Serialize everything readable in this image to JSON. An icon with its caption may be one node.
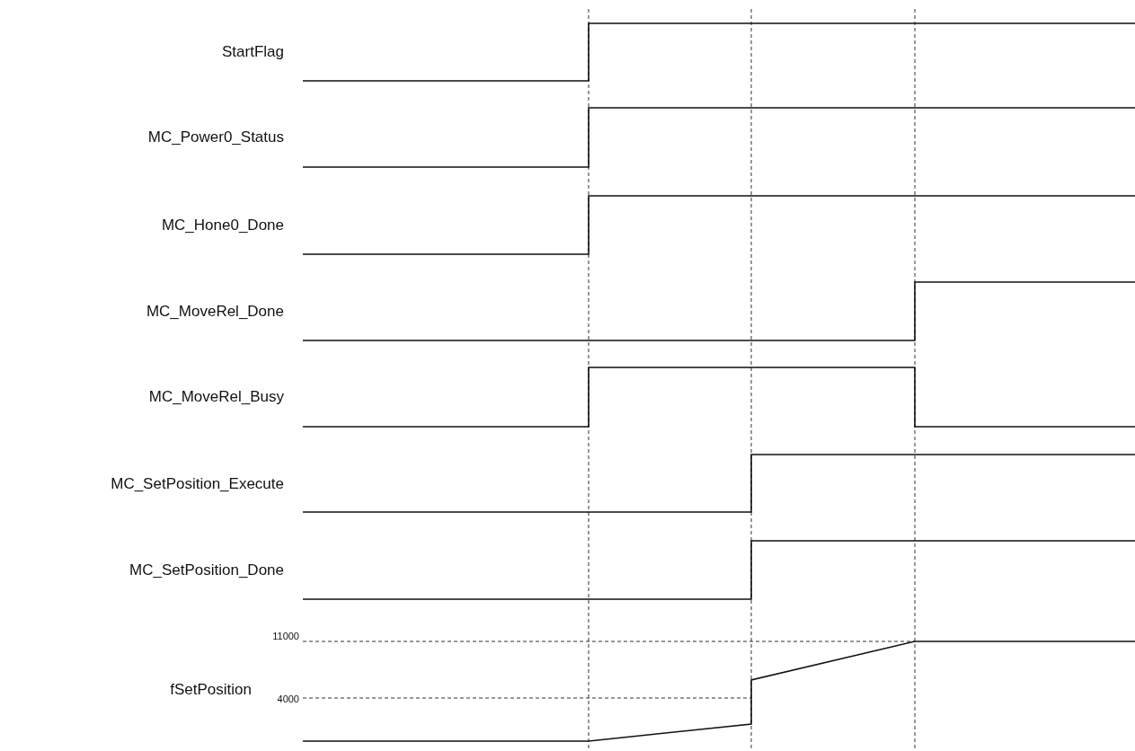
{
  "diagram": {
    "labels": [
      "StartFlag",
      "MC_Power0_Status",
      "MC_Hone0_Done",
      "MC_MoveRel_Done",
      "MC_MoveRel_Busy",
      "MC_SetPosition_Execute",
      "MC_SetPosition_Done",
      "11000",
      "fSetPosition",
      "4000"
    ]
  }
}
